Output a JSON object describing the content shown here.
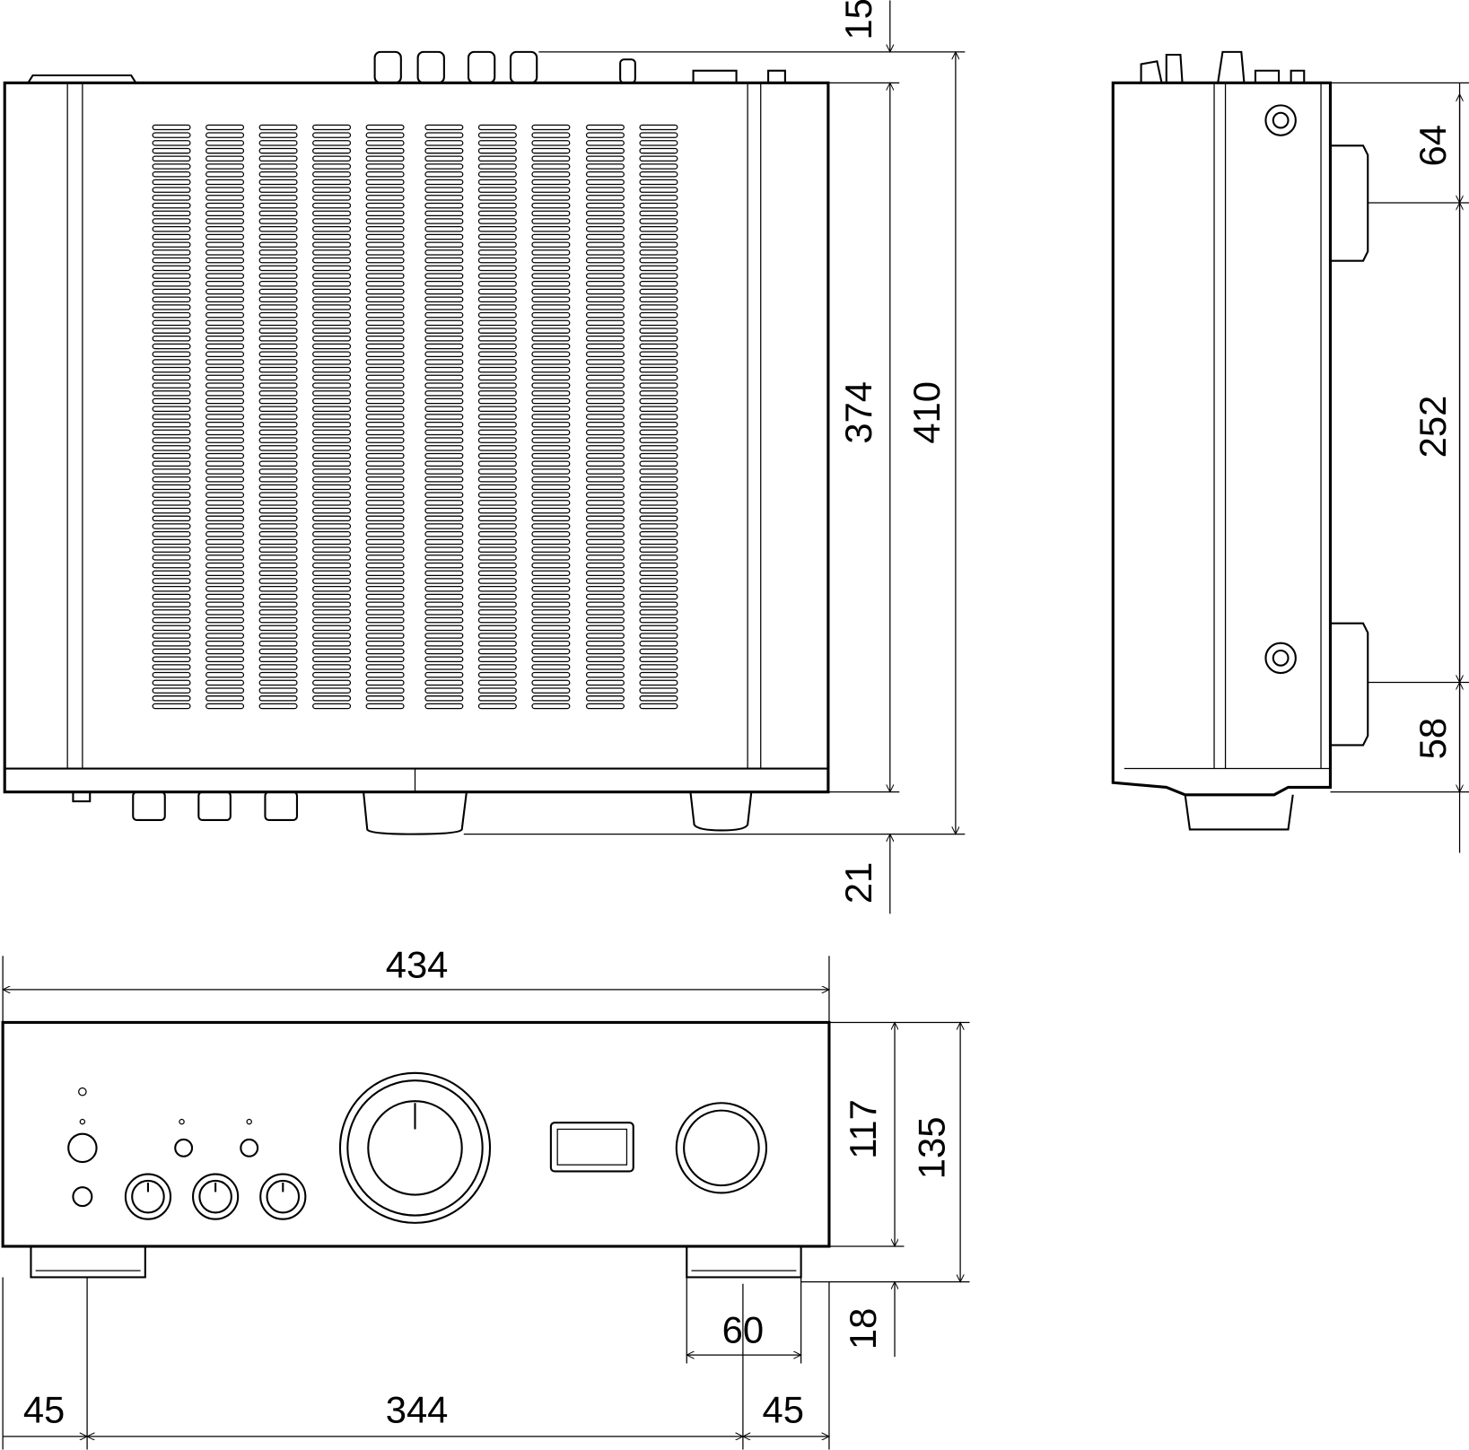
{
  "title": "Dimension drawing",
  "colors": {
    "line": "#000000",
    "background": "#ffffff"
  },
  "top_view": {
    "dim_rear_protrusion": "15",
    "dim_body_depth": "374",
    "dim_total_depth": "410",
    "dim_front_protrusion": "21"
  },
  "side_view": {
    "dim_rear_to_foot": "64",
    "dim_foot_spacing": "252",
    "dim_foot_to_front": "58"
  },
  "front_view": {
    "dim_width": "434",
    "dim_body_height": "117",
    "dim_total_height": "135",
    "dim_foot_height": "18",
    "dim_foot_width": "60",
    "dim_left_offset": "45",
    "dim_foot_center_spacing": "344",
    "dim_right_offset": "45"
  }
}
